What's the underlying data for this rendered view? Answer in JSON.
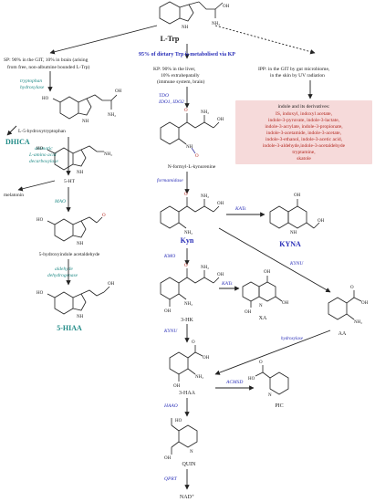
{
  "top": {
    "title": "L-Trp",
    "kp_share": "95% of dietary Trp is metabolised via KP"
  },
  "sp": {
    "text1": "SP: 90% in the GIT, 10% in brain (arising",
    "text2": "from free, non-albumine bounded  L-Trp)",
    "enzyme1a": "tryptophan",
    "enzyme1b": "hydroxylase",
    "prod1": "L-5-hydroxytryptophan",
    "dhica": "DHICA",
    "enzyme2a": "aromatic",
    "enzyme2b": "L-amino acid",
    "enzyme2c": "decarboxylase",
    "prod2": "5-HT",
    "melatonin": "melatonin",
    "mao": "MAO",
    "prod3": "5-hydroxyindole acetaldehyde",
    "enzyme3a": "aldehyde",
    "enzyme3b": "dehydrogenase",
    "final": "5-HIAA"
  },
  "kp": {
    "text1": "KP: 90% in the liver,",
    "text2": "10% extrahepatally",
    "text3": "(immune system, brain)",
    "enz1a": "TDO",
    "enz1b": "IDO1, IDO2",
    "prod1": "N-formyl-L-kynurenine",
    "enz2": "formamidase",
    "kyn": "Kyn",
    "kats1": "KATs",
    "kyna": "KYNA",
    "kynu1": "KYNU",
    "kmo": "KMO",
    "kats2": "KATs",
    "hk": "3-HK",
    "xa": "XA",
    "hydroxylase": "hydroxylase",
    "aa": "AA",
    "kynu2": "KYNU",
    "haa": "3-HAA",
    "acmsd": "ACMSD",
    "pic": "PIC",
    "haao": "HAAO",
    "quin": "QUIN",
    "qprt": "QPRT",
    "nad": "NAD⁺"
  },
  "ipp": {
    "text1": "IPP: in the GIT by gut microbiome,",
    "text2": "in the skin by UV radiation",
    "d0": "indole and its derivatives:",
    "d1": "IS, indoxyl, indoxyl acetate,",
    "d2": "indole-3-pyruvate, indole-3-lactate,",
    "d3": "indole-3-acrylate, indole-3-propionate,",
    "d4": "indole-3-acetamide, indole-3-acetate,",
    "d5": "indole-3-ethanol,  indole-3-acetic acid,",
    "d6": "indole-3-aldehyde,indole-3-acetaldehyde",
    "d7": "tryptamine,",
    "d8": "skatole"
  },
  "atoms": {
    "nh": "NH",
    "nh2": "NH₂",
    "oh": "OH",
    "ho": "HO",
    "o": "O",
    "n": "N",
    "h": "H"
  },
  "colors": {
    "blue": "#2a2fb8",
    "teal": "#1f8a86",
    "red": "#b3261e",
    "brown": "#a04a1a",
    "ipp_box": "#f6dada"
  }
}
